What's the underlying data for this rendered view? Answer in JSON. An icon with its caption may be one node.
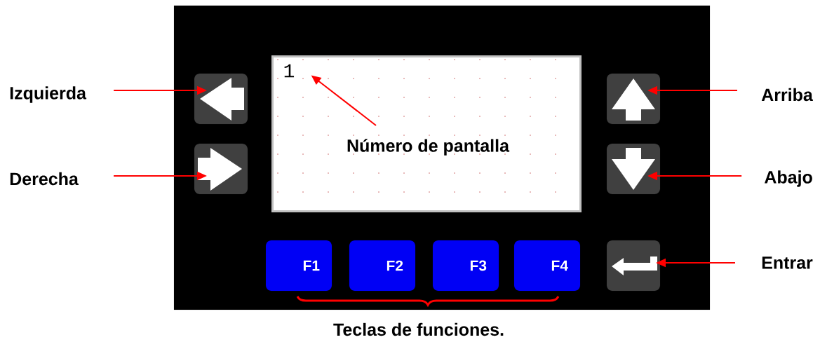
{
  "diagram": {
    "nodes": [
      {
        "text": [],
        "shape": "box"
      },
      {
        "text": [],
        "shape": "box",
        "in": 0
      },
      {
        "text": [
          "1"
        ],
        "in": 1
      },
      {
        "text": [
          "Número de pantalla"
        ],
        "in": 1
      },
      {
        "text": [],
        "shape": "box",
        "in": 0
      },
      {
        "text": [],
        "shape": "box",
        "in": 0
      },
      {
        "text": [],
        "shape": "box",
        "in": 0
      },
      {
        "text": [],
        "shape": "box",
        "in": 0
      },
      {
        "text": [
          "F1"
        ],
        "in": 0
      },
      {
        "text": [
          "F2"
        ],
        "in": 0
      },
      {
        "text": [
          "F3"
        ],
        "in": 0
      },
      {
        "text": [
          "F4"
        ],
        "in": 0
      },
      {
        "text": [],
        "shape": "box",
        "in": 0
      },
      {
        "text": [
          "Izquierda"
        ]
      },
      {
        "text": [
          "Derecha"
        ]
      },
      {
        "text": [
          "Arriba"
        ]
      },
      {
        "text": [
          "Abajo"
        ]
      },
      {
        "text": [
          "Entrar"
        ]
      }
    ],
    "edges": [
      {
        "from": 3,
        "to": 2,
        "arrow": "to"
      },
      {
        "from": 13,
        "to": 4,
        "arrow": "to"
      },
      {
        "from": 14,
        "to": 5,
        "arrow": "to"
      },
      {
        "from": 15,
        "to": 6,
        "arrow": "to"
      },
      {
        "from": 16,
        "to": 7,
        "arrow": "to"
      },
      {
        "from": 17,
        "to": 12,
        "arrow": "to"
      }
    ],
    "labels": [
      "Teclas de funciones."
    ]
  }
}
